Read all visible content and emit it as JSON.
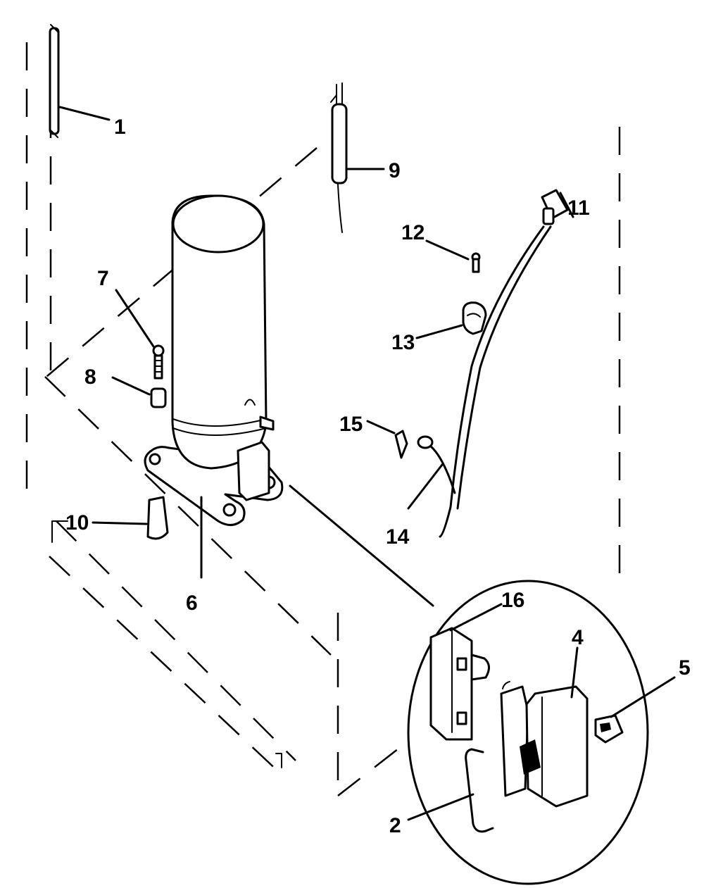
{
  "callouts": {
    "c1": "1",
    "c2": "2",
    "c4": "4",
    "c5": "5",
    "c6": "6",
    "c7": "7",
    "c8": "8",
    "c9": "9",
    "c10": "10",
    "c11": "11",
    "c12": "12",
    "c13": "13",
    "c14": "14",
    "c15": "15",
    "c16": "16"
  }
}
